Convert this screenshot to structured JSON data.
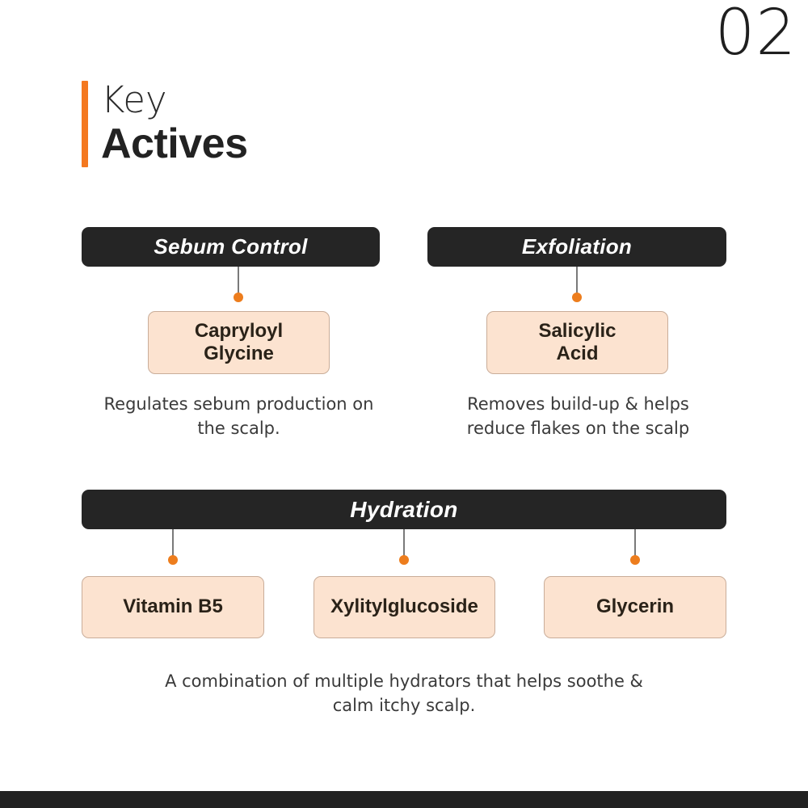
{
  "slide": {
    "number": "02",
    "title_line1": "Key",
    "title_line2": "Actives",
    "accent_color": "#F4781F",
    "dark_color": "#252525",
    "peach_color": "#FCE3D0",
    "dot_color": "#ED7D1D"
  },
  "sections": [
    {
      "id": "sebum-control",
      "heading": "Sebum Control",
      "ingredients": [
        {
          "name": "Capryloyl\nGlycine",
          "line1": "Capryloyl",
          "line2": "Glycine"
        }
      ],
      "caption": "Regulates sebum production on the scalp."
    },
    {
      "id": "exfoliation",
      "heading": "Exfoliation",
      "ingredients": [
        {
          "name": "Salicylic\nAcid",
          "line1": "Salicylic",
          "line2": "Acid"
        }
      ],
      "caption": "Removes build-up & helps reduce flakes on the scalp"
    },
    {
      "id": "hydration",
      "heading": "Hydration",
      "ingredients": [
        {
          "name": "Vitamin B5"
        },
        {
          "name": "Xylitylglucoside"
        },
        {
          "name": "Glycerin"
        }
      ],
      "caption": "A combination of multiple hydrators that helps soothe & calm itchy scalp."
    }
  ]
}
